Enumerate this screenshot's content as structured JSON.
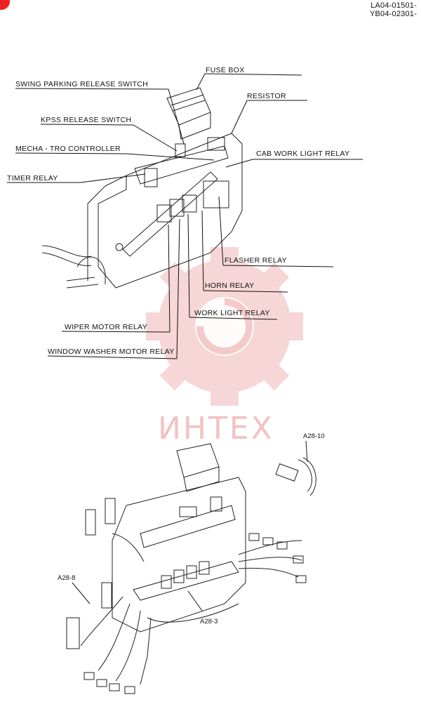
{
  "document_codes": [
    "LA04-01501-",
    "YB04-02301-"
  ],
  "watermark": {
    "text": "ИНТЕХ",
    "color": "#f2c2c2"
  },
  "upper_figure": {
    "labels": {
      "fuse_box": "FUSE BOX",
      "swing_parking_release_switch": "SWING PARKING RELEASE SWITCH",
      "resistor": "RESISTOR",
      "kpss_release_switch": "KPSS RELEASE SWITCH",
      "mecha_tro_controller": "MECHA - TRO CONTROLLER",
      "cab_work_light_relay": "CAB WORK LIGHT RELAY",
      "timer_relay": "TIMER RELAY",
      "flasher_relay": "FLASHER  RELAY",
      "horn_relay": "HORN  RELAY",
      "work_light_relay": "WORK LIGHT  RELAY",
      "wiper_motor_relay": "WIPER MOTOR RELAY",
      "window_washer_motor_relay": "WINDOW WASHER MOTOR RELAY"
    }
  },
  "lower_figure": {
    "part_refs": {
      "a28_10": "A28-10",
      "a28_8": "A28-8",
      "a28_3": "A28-3"
    }
  }
}
